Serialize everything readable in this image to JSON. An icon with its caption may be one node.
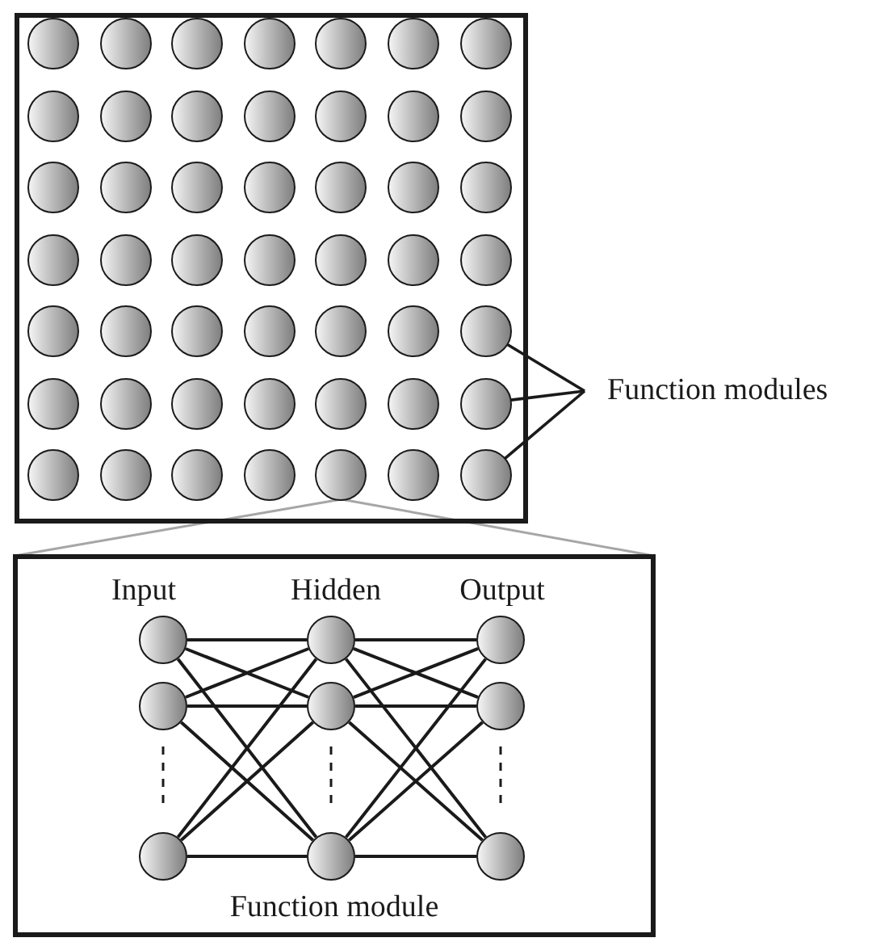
{
  "diagram": {
    "nodes": [
      {
        "text": [],
        "shape": "box"
      },
      {
        "text": [],
        "shape": "circle",
        "in": 0
      },
      {
        "text": [],
        "shape": "circle",
        "in": 0
      },
      {
        "text": [],
        "shape": "circle",
        "in": 0
      },
      {
        "text": [],
        "shape": "circle",
        "in": 0
      },
      {
        "text": [],
        "shape": "circle",
        "in": 0
      },
      {
        "text": [],
        "shape": "circle",
        "in": 0
      },
      {
        "text": [],
        "shape": "circle",
        "in": 0
      },
      {
        "text": [],
        "shape": "circle",
        "in": 0
      },
      {
        "text": [],
        "shape": "circle",
        "in": 0
      },
      {
        "text": [],
        "shape": "circle",
        "in": 0
      },
      {
        "text": [],
        "shape": "circle",
        "in": 0
      },
      {
        "text": [],
        "shape": "circle",
        "in": 0
      },
      {
        "text": [],
        "shape": "circle",
        "in": 0
      },
      {
        "text": [],
        "shape": "circle",
        "in": 0
      },
      {
        "text": [],
        "shape": "circle",
        "in": 0
      },
      {
        "text": [],
        "shape": "circle",
        "in": 0
      },
      {
        "text": [],
        "shape": "circle",
        "in": 0
      },
      {
        "text": [],
        "shape": "circle",
        "in": 0
      },
      {
        "text": [],
        "shape": "circle",
        "in": 0
      },
      {
        "text": [],
        "shape": "circle",
        "in": 0
      },
      {
        "text": [],
        "shape": "circle",
        "in": 0
      },
      {
        "text": [],
        "shape": "circle",
        "in": 0
      },
      {
        "text": [],
        "shape": "circle",
        "in": 0
      },
      {
        "text": [],
        "shape": "circle",
        "in": 0
      },
      {
        "text": [],
        "shape": "circle",
        "in": 0
      },
      {
        "text": [],
        "shape": "circle",
        "in": 0
      },
      {
        "text": [],
        "shape": "circle",
        "in": 0
      },
      {
        "text": [],
        "shape": "circle",
        "in": 0
      },
      {
        "text": [],
        "shape": "circle",
        "in": 0
      },
      {
        "text": [],
        "shape": "circle",
        "in": 0
      },
      {
        "text": [],
        "shape": "circle",
        "in": 0
      },
      {
        "text": [],
        "shape": "circle",
        "in": 0
      },
      {
        "text": [],
        "shape": "circle",
        "in": 0
      },
      {
        "text": [],
        "shape": "circle",
        "in": 0
      },
      {
        "text": [],
        "shape": "circle",
        "in": 0
      },
      {
        "text": [],
        "shape": "circle",
        "in": 0
      },
      {
        "text": [],
        "shape": "circle",
        "in": 0
      },
      {
        "text": [],
        "shape": "circle",
        "in": 0
      },
      {
        "text": [],
        "shape": "circle",
        "in": 0
      },
      {
        "text": [],
        "shape": "circle",
        "in": 0
      },
      {
        "text": [],
        "shape": "circle",
        "in": 0
      },
      {
        "text": [],
        "shape": "circle",
        "in": 0
      },
      {
        "text": [],
        "shape": "circle",
        "in": 0
      },
      {
        "text": [],
        "shape": "circle",
        "in": 0
      },
      {
        "text": [],
        "shape": "circle",
        "in": 0
      },
      {
        "text": [],
        "shape": "circle",
        "in": 0
      },
      {
        "text": [],
        "shape": "circle",
        "in": 0
      },
      {
        "text": [],
        "shape": "circle",
        "in": 0
      },
      {
        "text": [],
        "shape": "circle",
        "in": 0
      },
      {
        "text": [
          "Function modules"
        ]
      },
      {
        "text": [
          "Function module"
        ]
      },
      {
        "text": [],
        "shape": "circle",
        "in": 51
      },
      {
        "text": [],
        "shape": "circle",
        "in": 51
      },
      {
        "text": [],
        "shape": "circle",
        "in": 51
      },
      {
        "text": [],
        "shape": "circle",
        "in": 51
      },
      {
        "text": [],
        "shape": "circle",
        "in": 51
      },
      {
        "text": [],
        "shape": "circle",
        "in": 51
      },
      {
        "text": [],
        "shape": "circle",
        "in": 51
      },
      {
        "text": [],
        "shape": "circle",
        "in": 51
      },
      {
        "text": [],
        "shape": "circle",
        "in": 51
      }
    ],
    "edges": [
      {
        "from": 47,
        "to": 51,
        "arrow": "none",
        "color": "#a6a6a6"
      },
      {
        "from": 47,
        "to": 51,
        "arrow": "none",
        "color": "#a6a6a6"
      },
      {
        "from": 50,
        "to": 35,
        "arrow": "none"
      },
      {
        "from": 50,
        "to": 42,
        "arrow": "none"
      },
      {
        "from": 50,
        "to": 49,
        "arrow": "none"
      },
      {
        "from": 52,
        "to": 55,
        "arrow": "none"
      },
      {
        "from": 52,
        "to": 56,
        "arrow": "none"
      },
      {
        "from": 52,
        "to": 57,
        "arrow": "none"
      },
      {
        "from": 53,
        "to": 55,
        "arrow": "none"
      },
      {
        "from": 53,
        "to": 56,
        "arrow": "none"
      },
      {
        "from": 53,
        "to": 57,
        "arrow": "none"
      },
      {
        "from": 54,
        "to": 55,
        "arrow": "none"
      },
      {
        "from": 54,
        "to": 56,
        "arrow": "none"
      },
      {
        "from": 54,
        "to": 57,
        "arrow": "none"
      },
      {
        "from": 55,
        "to": 58,
        "arrow": "none"
      },
      {
        "from": 55,
        "to": 59,
        "arrow": "none"
      },
      {
        "from": 55,
        "to": 60,
        "arrow": "none"
      },
      {
        "from": 56,
        "to": 58,
        "arrow": "none"
      },
      {
        "from": 56,
        "to": 59,
        "arrow": "none"
      },
      {
        "from": 56,
        "to": 60,
        "arrow": "none"
      },
      {
        "from": 57,
        "to": 58,
        "arrow": "none"
      },
      {
        "from": 57,
        "to": 59,
        "arrow": "none"
      },
      {
        "from": 57,
        "to": 60,
        "arrow": "none"
      }
    ],
    "labels": [
      "Input",
      "Hidden",
      "Output"
    ]
  }
}
